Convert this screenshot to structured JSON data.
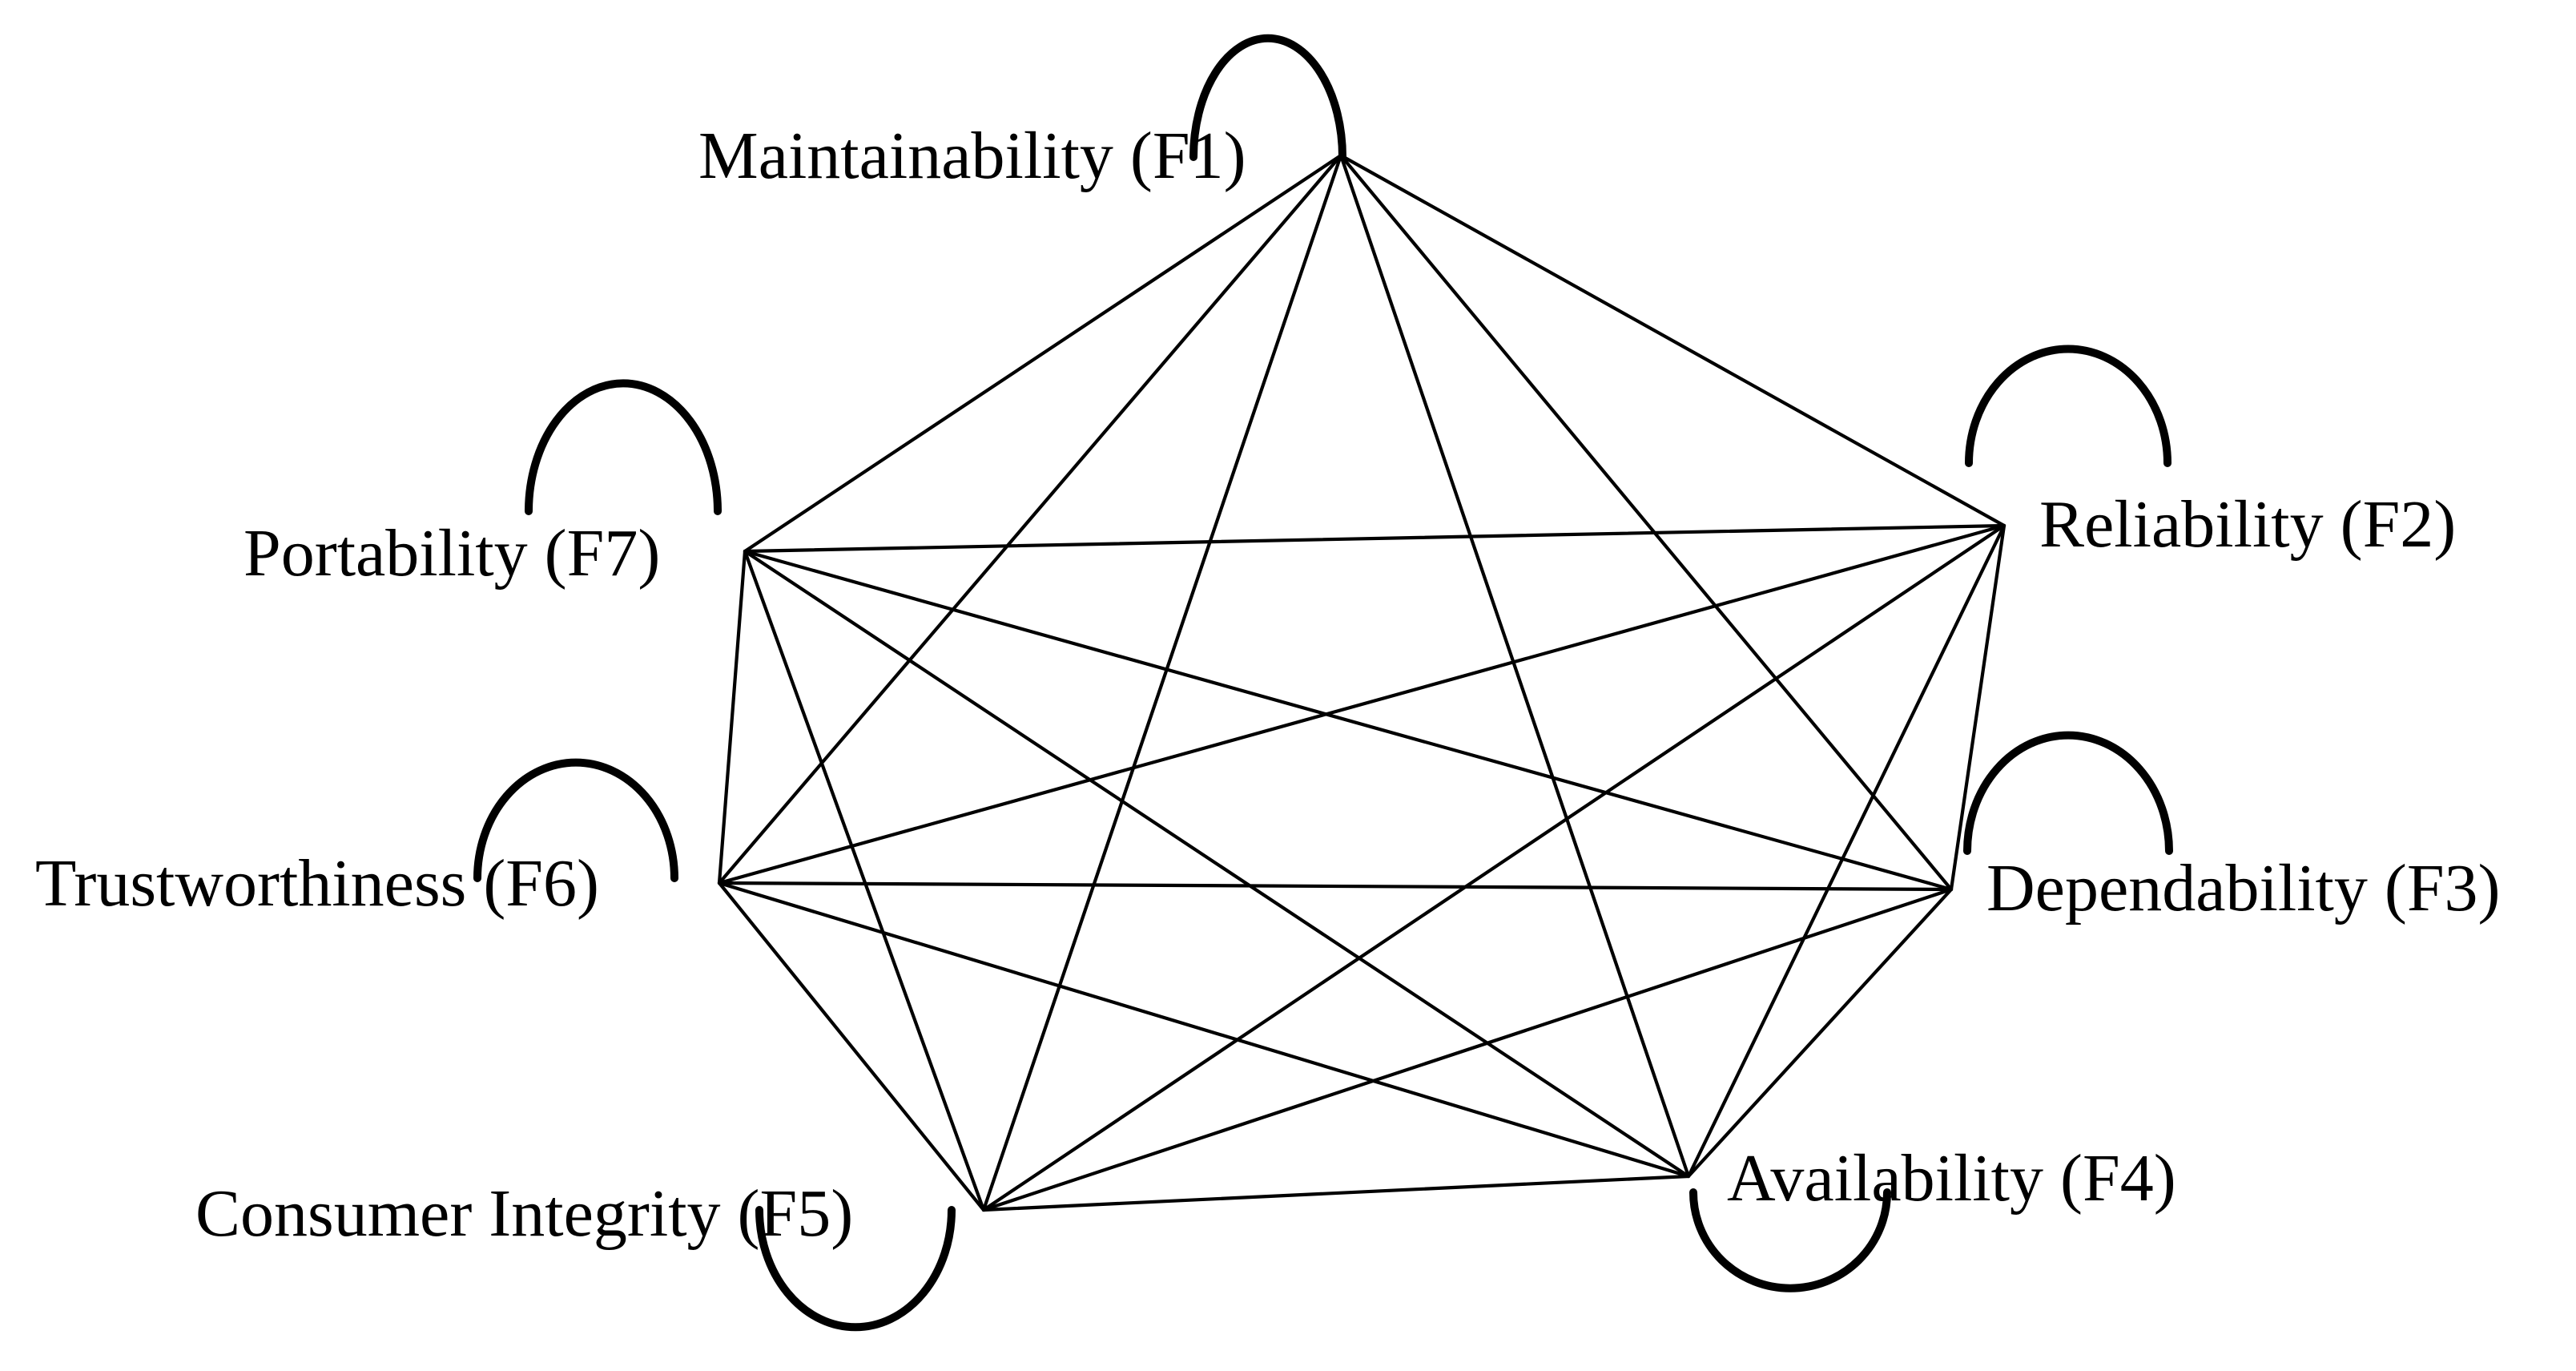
{
  "diagram": {
    "nodes": [
      {
        "id": "F1",
        "label": "Maintainability  (F1)"
      },
      {
        "id": "F2",
        "label": "Reliability  (F2)"
      },
      {
        "id": "F3",
        "label": "Dependability  (F3)"
      },
      {
        "id": "F4",
        "label": "Availability  (F4)"
      },
      {
        "id": "F5",
        "label": "Consumer  Integrity  (F5)"
      },
      {
        "id": "F6",
        "label": "Trustworthiness  (F6)"
      },
      {
        "id": "F7",
        "label": "Portability  (F7)"
      }
    ],
    "edges": "complete graph — every factor connected to every other factor",
    "self_loops": [
      "F1",
      "F2",
      "F3",
      "F4",
      "F5",
      "F6",
      "F7"
    ]
  }
}
